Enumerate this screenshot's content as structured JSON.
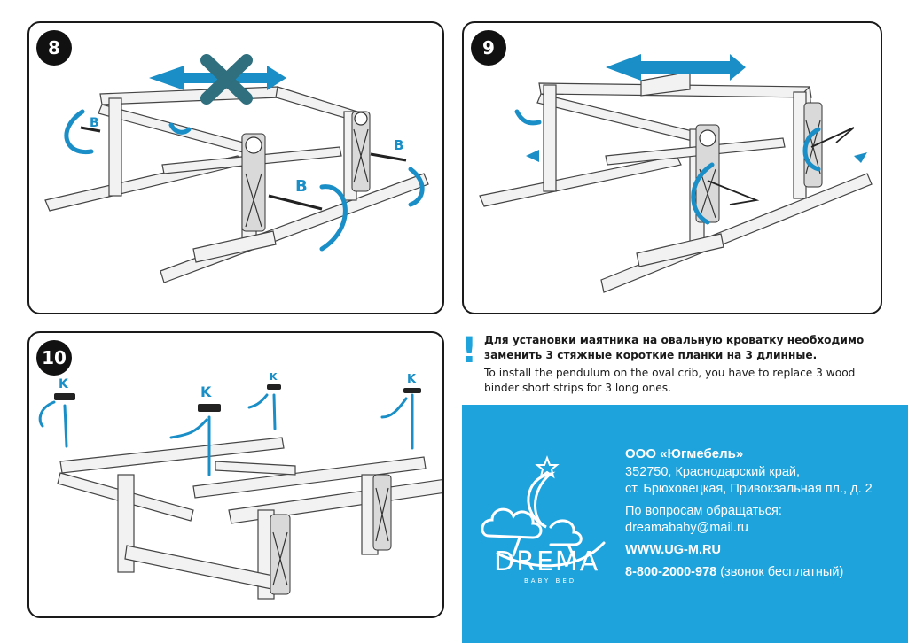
{
  "steps": {
    "s8": {
      "number": "8",
      "parts": [
        "B",
        "B",
        "B"
      ]
    },
    "s9": {
      "number": "9"
    },
    "s10": {
      "number": "10",
      "parts": [
        "K",
        "K",
        "K",
        "K"
      ]
    }
  },
  "note": {
    "icon": "!",
    "ru": "Для установки маятника на овальную кроватку необходимо заменить 3 стяжные короткие планки на 3 длинные.",
    "en": "To install the pendulum on the oval crib, you have to replace 3 wood binder short strips for 3 long ones."
  },
  "brand": {
    "name": "DREMA",
    "tagline": "BABY BED"
  },
  "contacts": {
    "company": "ООО «Югмебель»",
    "address_line1": "352750, Краснодарский край,",
    "address_line2": "ст. Брюховецкая, Привокзальная пл., д. 2",
    "questions_label": "По вопросам обращаться:",
    "email": "dreamababy@mail.ru",
    "website": "WWW.UG-M.RU",
    "phone": "8-800-2000-978",
    "phone_note": "(звонок бесплатный)"
  },
  "colors": {
    "accent": "#1ea3dd",
    "arrow": "#1a8fc7",
    "dark": "#1a1a1a"
  }
}
